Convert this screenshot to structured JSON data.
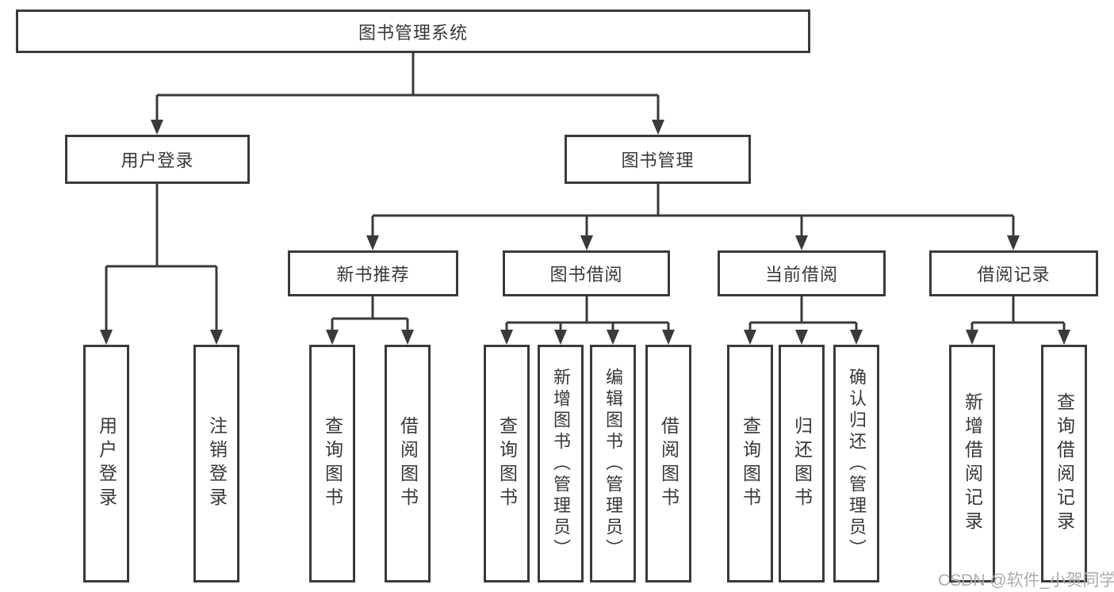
{
  "diagram": {
    "root": {
      "label": "图书管理系统",
      "children": [
        {
          "label": "用户登录",
          "children": [
            {
              "label": "用户登录"
            },
            {
              "label": "注销登录"
            }
          ]
        },
        {
          "label": "图书管理",
          "children": [
            {
              "label": "新书推荐",
              "children": [
                {
                  "label": "查询图书"
                },
                {
                  "label": "借阅图书"
                }
              ]
            },
            {
              "label": "图书借阅",
              "children": [
                {
                  "label": "查询图书"
                },
                {
                  "label": "新增图书（管理员）"
                },
                {
                  "label": "编辑图书（管理员）"
                },
                {
                  "label": "借阅图书"
                }
              ]
            },
            {
              "label": "当前借阅",
              "children": [
                {
                  "label": "查询图书"
                },
                {
                  "label": "归还图书"
                },
                {
                  "label": "确认归还（管理员）"
                }
              ]
            },
            {
              "label": "借阅记录",
              "children": [
                {
                  "label": "新增借阅记录"
                },
                {
                  "label": "查询借阅记录"
                }
              ]
            }
          ]
        }
      ]
    }
  },
  "watermark": {
    "text": "CSDN @软件_小贺同学"
  },
  "colors": {
    "line": "#3a3a3a",
    "text": "#383838",
    "background": "#ffffff",
    "watermark": "#a6a6a6"
  }
}
